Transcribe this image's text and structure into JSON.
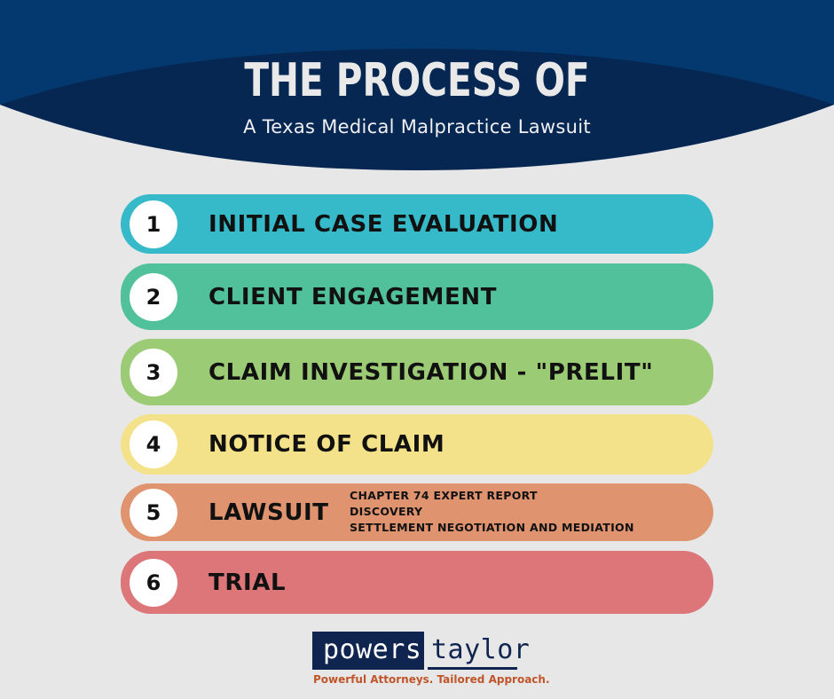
{
  "header": {
    "title": "THE PROCESS OF",
    "subtitle": "A Texas Medical Malpractice Lawsuit",
    "bg_color": "#03396f",
    "arc_color": "#062752"
  },
  "steps": [
    {
      "number": "1",
      "label": "INITIAL CASE EVALUATION",
      "color": "#36bac9"
    },
    {
      "number": "2",
      "label": "CLIENT ENGAGEMENT",
      "color": "#51c19c"
    },
    {
      "number": "3",
      "label": "CLAIM INVESTIGATION - \"PRELIT\"",
      "color": "#9ccb75"
    },
    {
      "number": "4",
      "label": "NOTICE OF CLAIM",
      "color": "#f4e28a"
    },
    {
      "number": "5",
      "label": "LAWSUIT",
      "color": "#df936f",
      "sub_items": [
        "CHAPTER 74 EXPERT REPORT",
        "DISCOVERY",
        "SETTLEMENT NEGOTIATION AND MEDIATION"
      ]
    },
    {
      "number": "6",
      "label": "TRIAL",
      "color": "#dc7679"
    }
  ],
  "logo": {
    "word1": "powers",
    "word2": "taylor",
    "tagline": "Powerful Attorneys. Tailored Approach."
  }
}
